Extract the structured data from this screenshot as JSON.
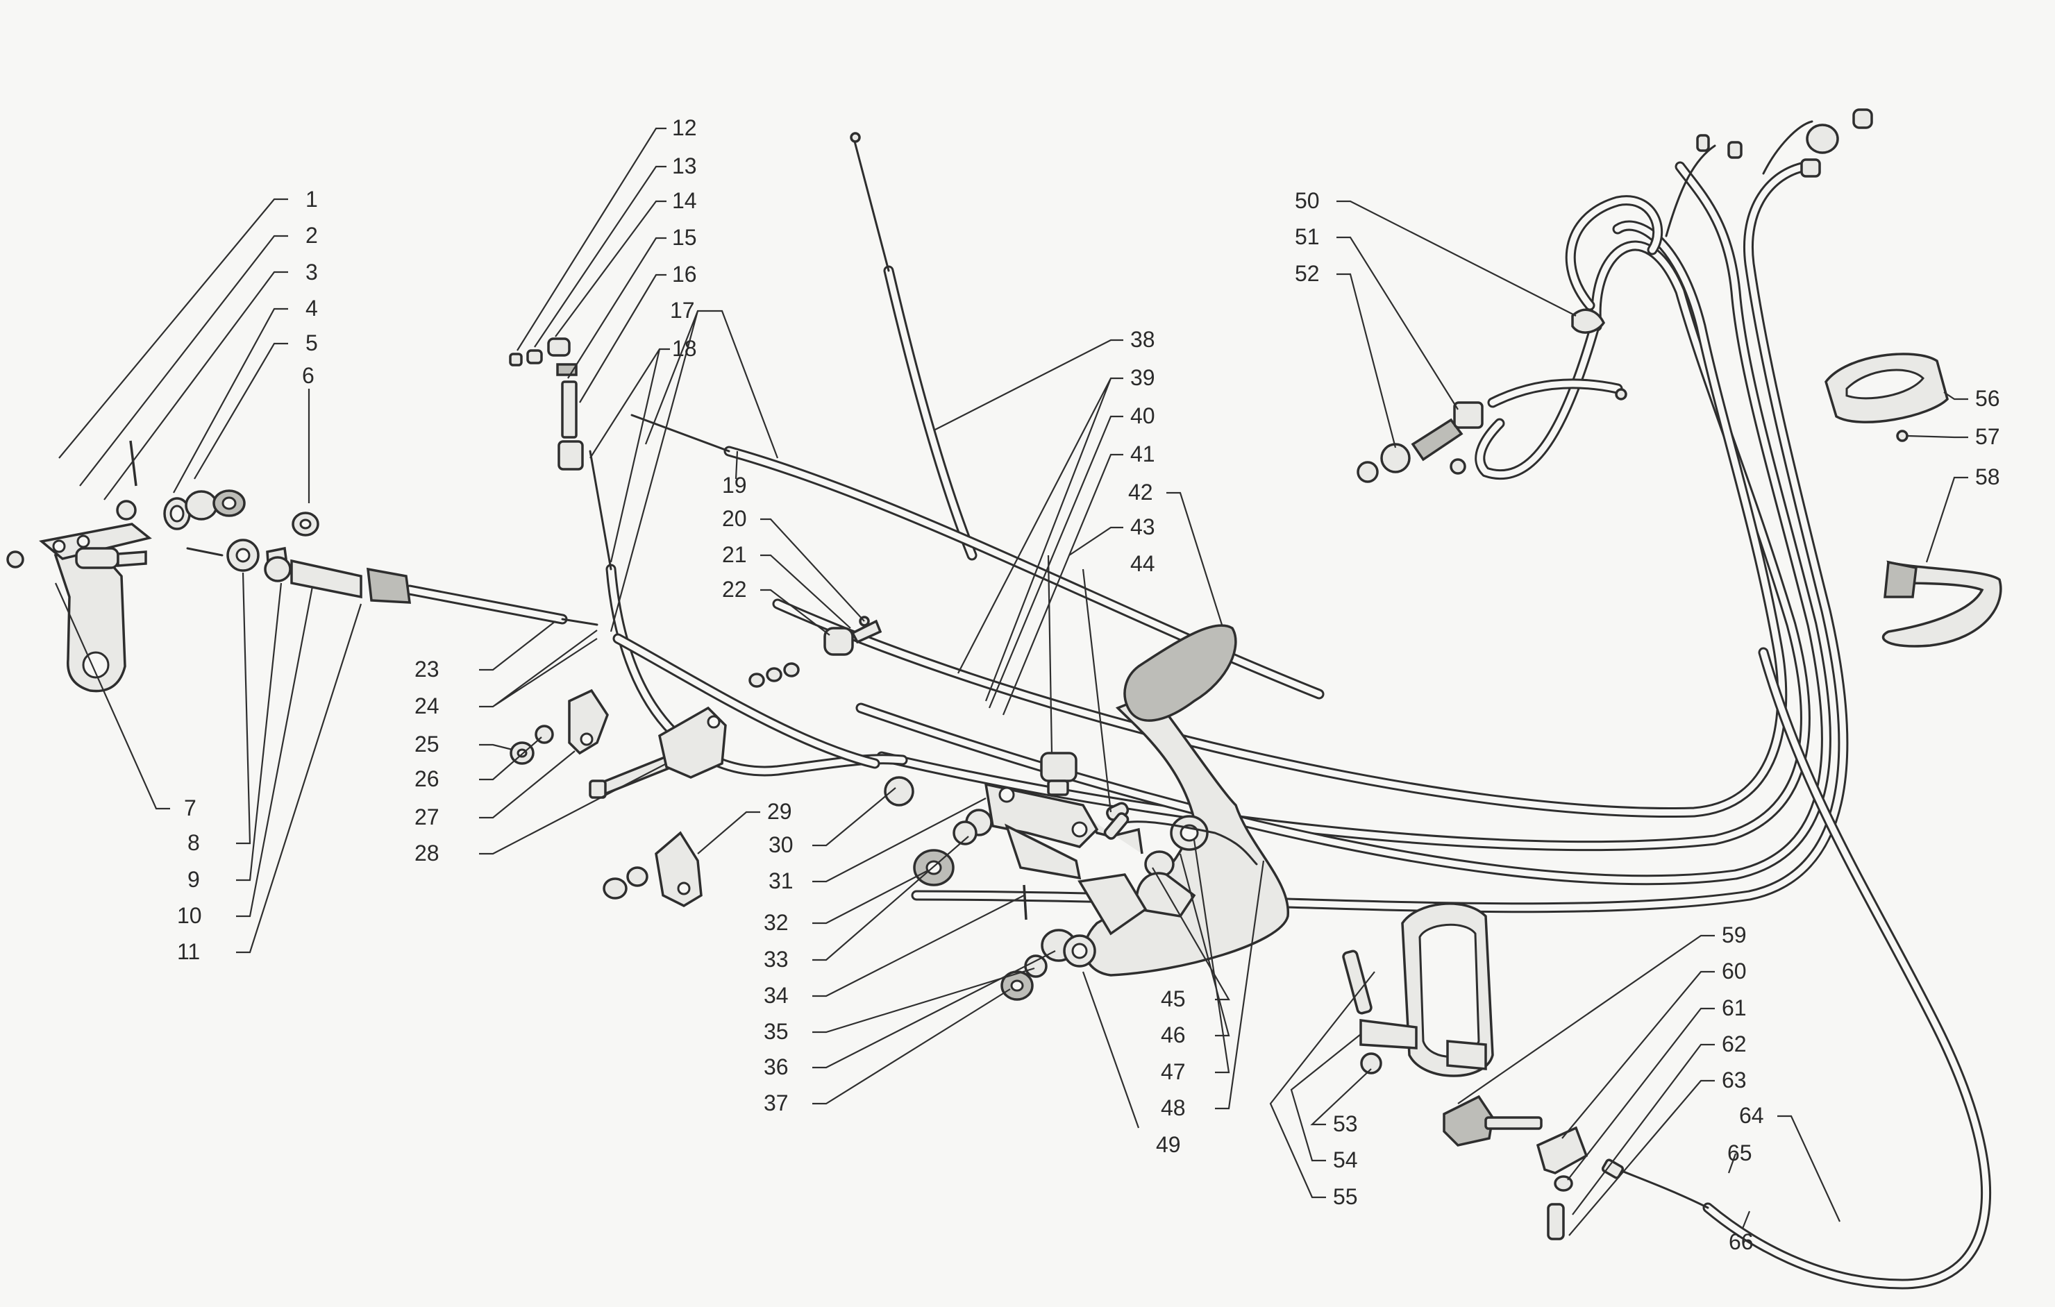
{
  "colors": {
    "ink": "#2e2e2e",
    "paper": "#f7f7f5",
    "label": "#2a2a2a"
  },
  "labels": [
    "1",
    "2",
    "3",
    "4",
    "5",
    "6",
    "7",
    "8",
    "9",
    "10",
    "11",
    "12",
    "13",
    "14",
    "15",
    "16",
    "17",
    "18",
    "19",
    "20",
    "21",
    "22",
    "23",
    "24",
    "25",
    "26",
    "27",
    "28",
    "29",
    "30",
    "31",
    "32",
    "33",
    "34",
    "35",
    "36",
    "37",
    "38",
    "39",
    "40",
    "41",
    "42",
    "43",
    "44",
    "45",
    "46",
    "47",
    "48",
    "49",
    "50",
    "51",
    "52",
    "53",
    "54",
    "55",
    "56",
    "57",
    "58",
    "59",
    "60",
    "61",
    "62",
    "63",
    "64",
    "65",
    "66"
  ]
}
